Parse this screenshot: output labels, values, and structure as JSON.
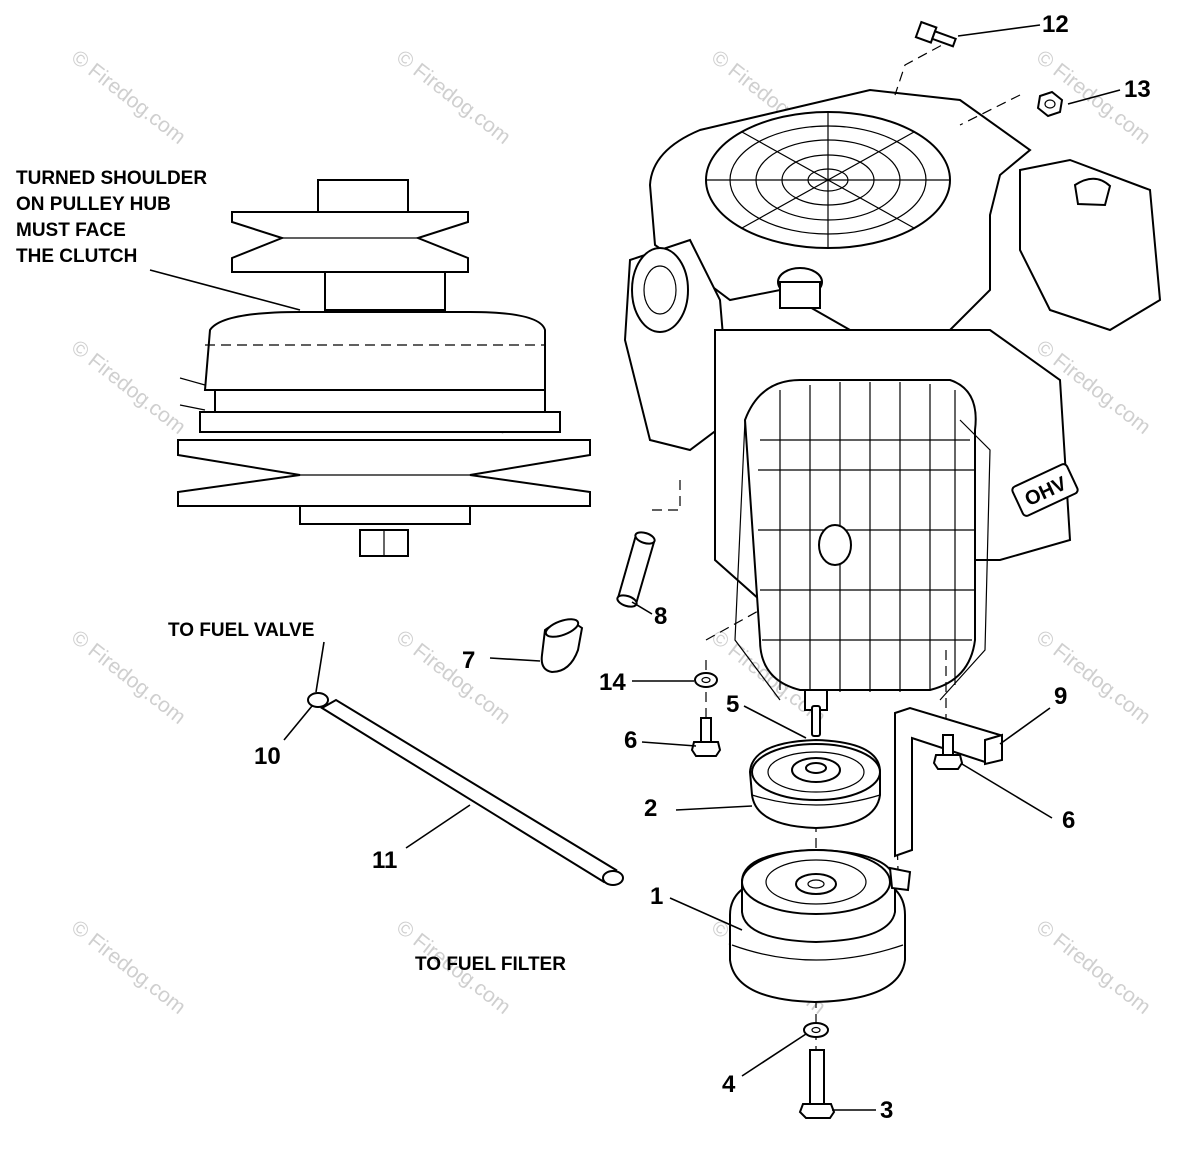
{
  "watermark": {
    "text": "© Firedog.com"
  },
  "notes": {
    "pulley_note_lines": [
      "TURNED SHOULDER",
      "ON PULLEY HUB",
      "MUST FACE",
      "THE CLUTCH"
    ],
    "fuel_valve": "TO FUEL VALVE",
    "fuel_filter": "TO FUEL FILTER"
  },
  "engine": {
    "badge": "OHV"
  },
  "callouts": {
    "c1": "1",
    "c2": "2",
    "c3": "3",
    "c4": "4",
    "c5": "5",
    "c6a": "6",
    "c6b": "6",
    "c7": "7",
    "c8": "8",
    "c9": "9",
    "c10": "10",
    "c11": "11",
    "c12": "12",
    "c13": "13",
    "c14": "14"
  }
}
